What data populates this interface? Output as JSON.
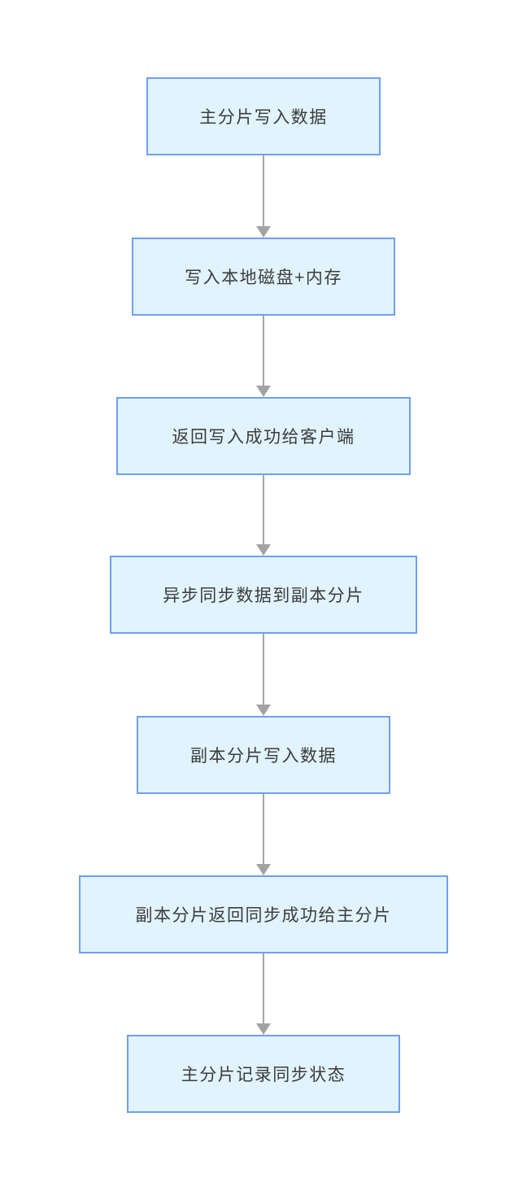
{
  "diagram": {
    "type": "flowchart",
    "direction": "top-to-bottom",
    "nodes": [
      {
        "id": 1,
        "label": "主分片写入数据",
        "shape": "rectangle"
      },
      {
        "id": 2,
        "label": "写入本地磁盘+内存",
        "shape": "rectangle"
      },
      {
        "id": 3,
        "label": "返回写入成功给客户端",
        "shape": "rectangle"
      },
      {
        "id": 4,
        "label": "异步同步数据到副本分片",
        "shape": "rectangle"
      },
      {
        "id": 5,
        "label": "副本分片写入数据",
        "shape": "rectangle"
      },
      {
        "id": 6,
        "label": "副本分片返回同步成功给主分片",
        "shape": "rectangle"
      },
      {
        "id": 7,
        "label": "主分片记录同步状态",
        "shape": "rectangle"
      }
    ],
    "edges": [
      {
        "from": 1,
        "to": 2,
        "style": "arrow-down"
      },
      {
        "from": 2,
        "to": 3,
        "style": "arrow-down"
      },
      {
        "from": 3,
        "to": 4,
        "style": "arrow-down"
      },
      {
        "from": 4,
        "to": 5,
        "style": "arrow-down"
      },
      {
        "from": 5,
        "to": 6,
        "style": "arrow-down"
      },
      {
        "from": 6,
        "to": 7,
        "style": "arrow-down"
      }
    ],
    "colors": {
      "node_fill": "#e1f3fd",
      "node_border": "#6f9ff0",
      "node_text": "#3c3c3c",
      "arrow": "#a3a3a3",
      "background": "#ffffff"
    }
  }
}
